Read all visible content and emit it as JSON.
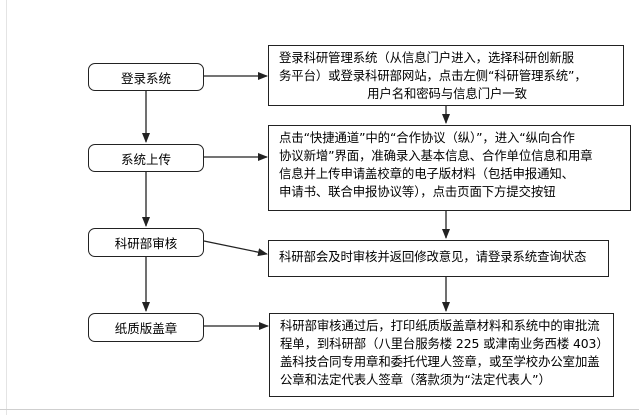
{
  "steps": [
    {
      "label": "登录系统"
    },
    {
      "label": "系统上传"
    },
    {
      "label": "科研部审核"
    },
    {
      "label": "纸质版盖章"
    }
  ],
  "notes": [
    {
      "lines": [
        "登录科研管理系统（从信息门户进入，选择科研创新服",
        "务平台）或登录科研部网站，点击左侧“科研管理系统”，",
        "用户名和密码与信息门户一致"
      ]
    },
    {
      "lines": [
        "点击“快捷通道”中的“合作协议（纵）”，进入“纵向合作",
        "协议新增”界面，准确录入基本信息、合作单位信息和用章",
        "信息并上传申请盖校章的电子版材料（包括申报通知、",
        "申请书、联合申报协议等），点击页面下方提交按钮"
      ]
    },
    {
      "lines": [
        "科研部会及时审核并返回修改意见，请登录系统查询状态"
      ]
    },
    {
      "lines": [
        "科研部审核通过后，打印纸质版盖章材料和系统中的审批流",
        "程单，到科研部（八里台服务楼 225 或津南业务西楼 403）",
        "盖科技合同专用章和委托代理人签章，或至学校办公室加盖",
        "公章和法定代表人签章（落款须为“法定代表人”）"
      ]
    }
  ]
}
